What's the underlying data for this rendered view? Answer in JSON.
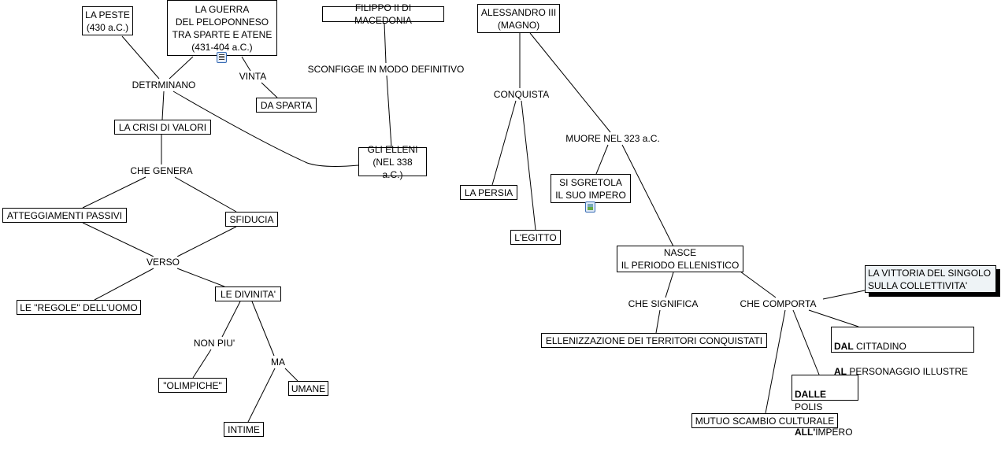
{
  "concepts": {
    "peste": "LA PESTE\n(430 a.C.)",
    "guerra": "LA GUERRA\nDEL PELOPONNESO\nTRA SPARTE E ATENE\n(431-404 a.C.)",
    "filippo": "FILIPPO II DI MACEDONIA",
    "alessandro": "ALESSANDRO III\n(MAGNO)",
    "da_sparta": "DA SPARTA",
    "crisi": "LA CRISI DI VALORI",
    "elleni": "GLI ELLENI\n(NEL 338 a.C.)",
    "sgretola": "SI SGRETOLA\nIL SUO IMPERO",
    "persia": "LA PERSIA",
    "egitto": "L'EGITTO",
    "atteggiamenti": "ATTEGGIAMENTI PASSIVI",
    "sfiducia": "SFIDUCIA",
    "nasce": "NASCE\nIL PERIODO ELLENISTICO",
    "regole": "LE \"REGOLE\" DELL'UOMO",
    "divinita": "LE DIVINITA'",
    "vittoria": "LA VITTORIA DEL SINGOLO\nSULLA COLLETTIVITA'",
    "ellenizzazione": "ELLENIZZAZIONE DEI TERRITORI CONQUISTATI",
    "dal_bold": "DAL",
    "dal_rest": " CITTADINO",
    "al_bold": "AL",
    "al_rest": " PERSONAGGIO ILLUSTRE",
    "dalle_bold": "DALLE",
    "dalle_rest": " POLIS",
    "all_bold": "ALL'",
    "all_rest": "IMPERO",
    "olimpiche": "\"OLIMPICHE\"",
    "umane": "UMANE",
    "mutuo": "MUTUO SCAMBIO CULTURALE",
    "intime": "INTIME"
  },
  "linking_phrases": {
    "detrminano": "DETRMINANO",
    "vinta": "VINTA",
    "sconfigge": "SCONFIGGE IN MODO DEFINITIVO",
    "che_genera": "CHE GENERA",
    "conquista": "CONQUISTA",
    "muore": "MUORE NEL 323 a.C.",
    "verso": "VERSO",
    "che_significa": "CHE SIGNIFICA",
    "che_comporta": "CHE COMPORTA",
    "non_piu": "NON PIU'",
    "ma": "MA"
  },
  "resource_icons": [
    "document-icon",
    "image-icon"
  ]
}
